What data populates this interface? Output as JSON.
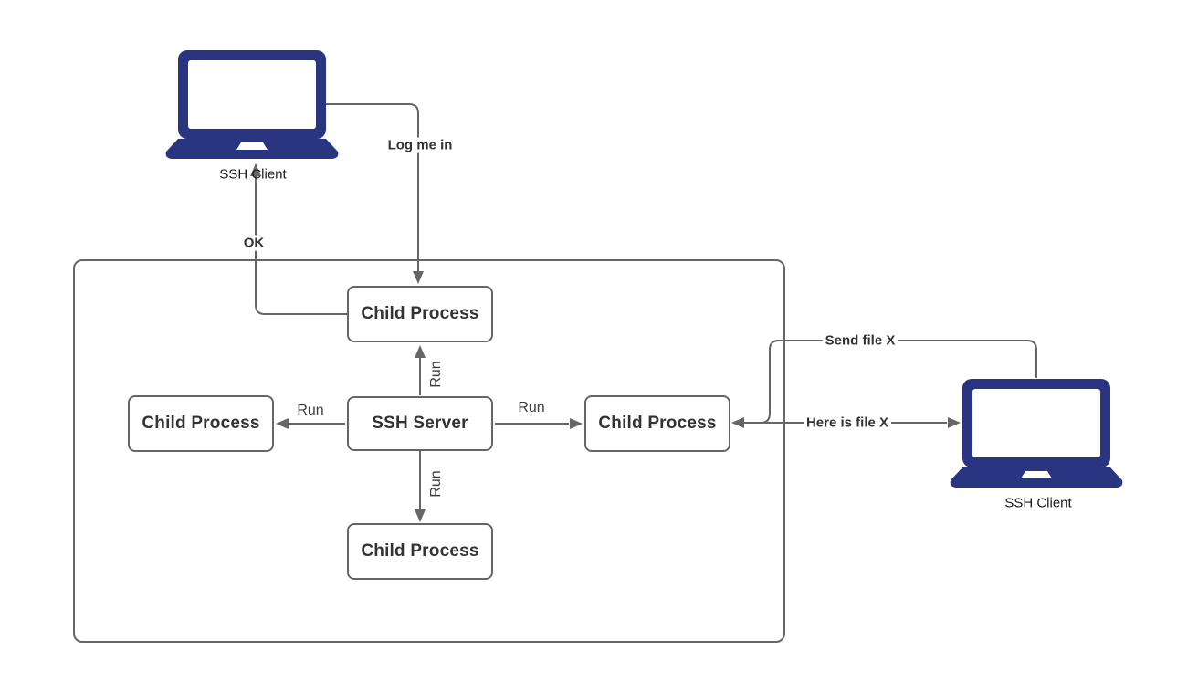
{
  "nodes": {
    "client_top": {
      "label": "SSH Client"
    },
    "client_right": {
      "label": "SSH Client"
    },
    "ssh_server": {
      "label": "SSH Server"
    },
    "child_top": {
      "label": "Child Process"
    },
    "child_left": {
      "label": "Child Process"
    },
    "child_right": {
      "label": "Child Process"
    },
    "child_bottom": {
      "label": "Child Process"
    }
  },
  "edges": {
    "log_me_in": {
      "label": "Log me in"
    },
    "ok": {
      "label": "OK"
    },
    "run_up": {
      "label": "Run"
    },
    "run_down": {
      "label": "Run"
    },
    "run_left": {
      "label": "Run"
    },
    "run_right": {
      "label": "Run"
    },
    "send_file_x": {
      "label": "Send file X"
    },
    "here_is_file_x": {
      "label": "Here is file X"
    }
  },
  "colors": {
    "laptop_fill": "#2A3582",
    "connector": "#666666",
    "node_border": "#666666",
    "node_text": "#333333"
  }
}
